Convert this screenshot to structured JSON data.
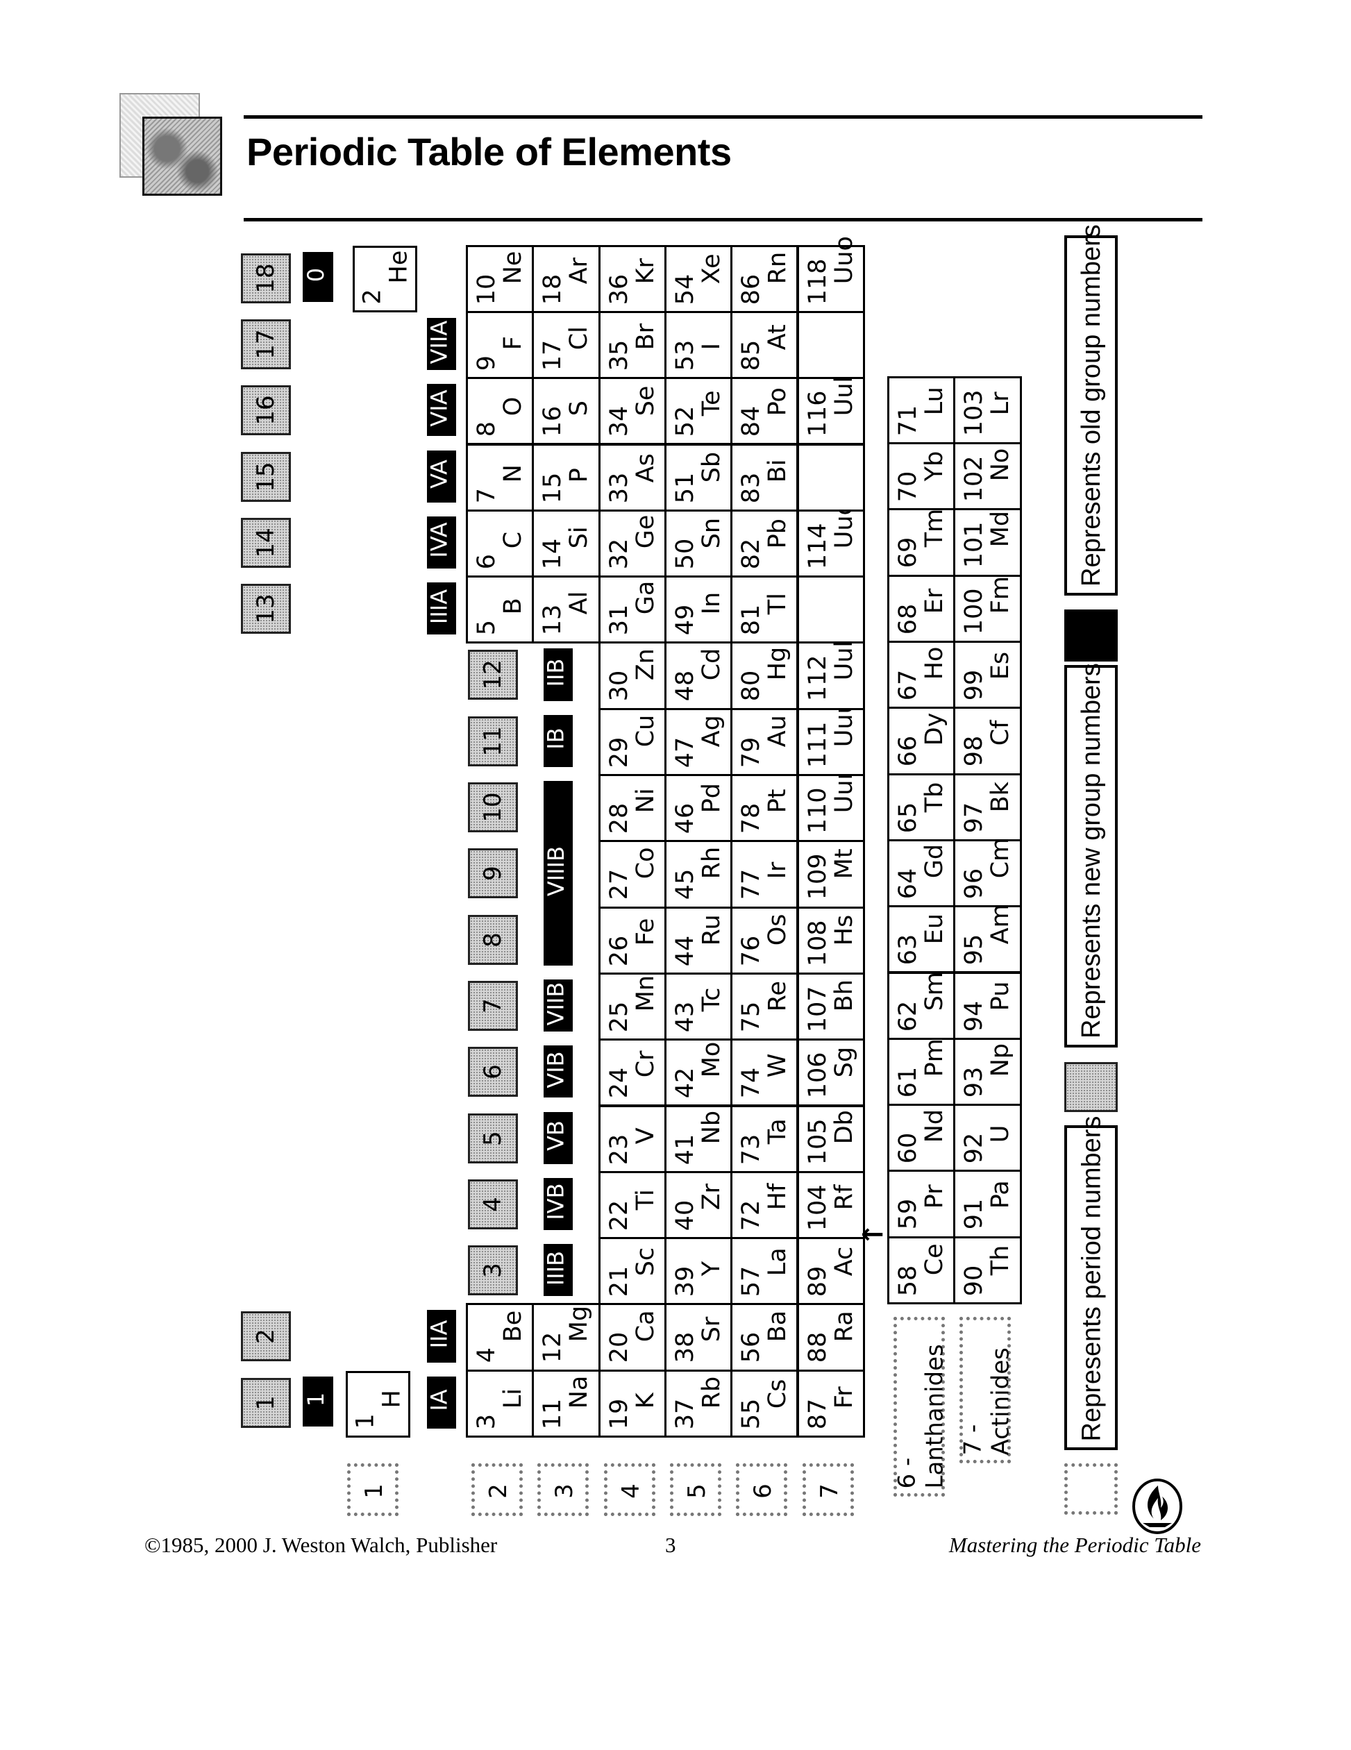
{
  "header": {
    "title": "Periodic Table of Elements"
  },
  "footer": {
    "copyright": "©1985, 2000 J. Weston Walch, Publisher",
    "page": "3",
    "book": "Mastering the Periodic Table"
  },
  "period_labels": [
    "1",
    "2",
    "3",
    "4",
    "5",
    "6",
    "7"
  ],
  "new_groups": [
    "1",
    "2",
    "3",
    "4",
    "5",
    "6",
    "7",
    "8",
    "9",
    "10",
    "11",
    "12",
    "13",
    "14",
    "15",
    "16",
    "17",
    "18"
  ],
  "old_groups": [
    {
      "label": "IA",
      "groups": [
        1
      ]
    },
    {
      "label": "IIA",
      "groups": [
        2
      ]
    },
    {
      "label": "IIIB",
      "groups": [
        3
      ]
    },
    {
      "label": "IVB",
      "groups": [
        4
      ]
    },
    {
      "label": "VB",
      "groups": [
        5
      ]
    },
    {
      "label": "VIB",
      "groups": [
        6
      ]
    },
    {
      "label": "VIIB",
      "groups": [
        7
      ]
    },
    {
      "label": "VIIIB",
      "groups": [
        8,
        9,
        10
      ]
    },
    {
      "label": "IB",
      "groups": [
        11
      ]
    },
    {
      "label": "IIB",
      "groups": [
        12
      ]
    },
    {
      "label": "IIIA",
      "groups": [
        13
      ]
    },
    {
      "label": "IVA",
      "groups": [
        14
      ]
    },
    {
      "label": "VA",
      "groups": [
        15
      ]
    },
    {
      "label": "VIA",
      "groups": [
        16
      ]
    },
    {
      "label": "VIIA",
      "groups": [
        17
      ]
    }
  ],
  "period1_old_labels": {
    "group1": "1",
    "group18": "0"
  },
  "elements": [
    [
      "1",
      "H",
      1,
      1
    ],
    [
      "2",
      "He",
      1,
      18
    ],
    [
      "3",
      "Li",
      2,
      1
    ],
    [
      "4",
      "Be",
      2,
      2
    ],
    [
      "5",
      "B",
      2,
      13
    ],
    [
      "6",
      "C",
      2,
      14
    ],
    [
      "7",
      "N",
      2,
      15
    ],
    [
      "8",
      "O",
      2,
      16
    ],
    [
      "9",
      "F",
      2,
      17
    ],
    [
      "10",
      "Ne",
      2,
      18
    ],
    [
      "11",
      "Na",
      3,
      1
    ],
    [
      "12",
      "Mg",
      3,
      2
    ],
    [
      "13",
      "Al",
      3,
      13
    ],
    [
      "14",
      "Si",
      3,
      14
    ],
    [
      "15",
      "P",
      3,
      15
    ],
    [
      "16",
      "S",
      3,
      16
    ],
    [
      "17",
      "Cl",
      3,
      17
    ],
    [
      "18",
      "Ar",
      3,
      18
    ],
    [
      "19",
      "K",
      4,
      1
    ],
    [
      "20",
      "Ca",
      4,
      2
    ],
    [
      "21",
      "Sc",
      4,
      3
    ],
    [
      "22",
      "Ti",
      4,
      4
    ],
    [
      "23",
      "V",
      4,
      5
    ],
    [
      "24",
      "Cr",
      4,
      6
    ],
    [
      "25",
      "Mn",
      4,
      7
    ],
    [
      "26",
      "Fe",
      4,
      8
    ],
    [
      "27",
      "Co",
      4,
      9
    ],
    [
      "28",
      "Ni",
      4,
      10
    ],
    [
      "29",
      "Cu",
      4,
      11
    ],
    [
      "30",
      "Zn",
      4,
      12
    ],
    [
      "31",
      "Ga",
      4,
      13
    ],
    [
      "32",
      "Ge",
      4,
      14
    ],
    [
      "33",
      "As",
      4,
      15
    ],
    [
      "34",
      "Se",
      4,
      16
    ],
    [
      "35",
      "Br",
      4,
      17
    ],
    [
      "36",
      "Kr",
      4,
      18
    ],
    [
      "37",
      "Rb",
      5,
      1
    ],
    [
      "38",
      "Sr",
      5,
      2
    ],
    [
      "39",
      "Y",
      5,
      3
    ],
    [
      "40",
      "Zr",
      5,
      4
    ],
    [
      "41",
      "Nb",
      5,
      5
    ],
    [
      "42",
      "Mo",
      5,
      6
    ],
    [
      "43",
      "Tc",
      5,
      7
    ],
    [
      "44",
      "Ru",
      5,
      8
    ],
    [
      "45",
      "Rh",
      5,
      9
    ],
    [
      "46",
      "Pd",
      5,
      10
    ],
    [
      "47",
      "Ag",
      5,
      11
    ],
    [
      "48",
      "Cd",
      5,
      12
    ],
    [
      "49",
      "In",
      5,
      13
    ],
    [
      "50",
      "Sn",
      5,
      14
    ],
    [
      "51",
      "Sb",
      5,
      15
    ],
    [
      "52",
      "Te",
      5,
      16
    ],
    [
      "53",
      "I",
      5,
      17
    ],
    [
      "54",
      "Xe",
      5,
      18
    ],
    [
      "55",
      "Cs",
      6,
      1
    ],
    [
      "56",
      "Ba",
      6,
      2
    ],
    [
      "57",
      "La",
      6,
      3
    ],
    [
      "72",
      "Hf",
      6,
      4
    ],
    [
      "73",
      "Ta",
      6,
      5
    ],
    [
      "74",
      "W",
      6,
      6
    ],
    [
      "75",
      "Re",
      6,
      7
    ],
    [
      "76",
      "Os",
      6,
      8
    ],
    [
      "77",
      "Ir",
      6,
      9
    ],
    [
      "78",
      "Pt",
      6,
      10
    ],
    [
      "79",
      "Au",
      6,
      11
    ],
    [
      "80",
      "Hg",
      6,
      12
    ],
    [
      "81",
      "Tl",
      6,
      13
    ],
    [
      "82",
      "Pb",
      6,
      14
    ],
    [
      "83",
      "Bi",
      6,
      15
    ],
    [
      "84",
      "Po",
      6,
      16
    ],
    [
      "85",
      "At",
      6,
      17
    ],
    [
      "86",
      "Rn",
      6,
      18
    ],
    [
      "87",
      "Fr",
      7,
      1
    ],
    [
      "88",
      "Ra",
      7,
      2
    ],
    [
      "89",
      "Ac",
      7,
      3
    ],
    [
      "104",
      "Rf",
      7,
      4
    ],
    [
      "105",
      "Db",
      7,
      5
    ],
    [
      "106",
      "Sg",
      7,
      6
    ],
    [
      "107",
      "Bh",
      7,
      7
    ],
    [
      "108",
      "Hs",
      7,
      8
    ],
    [
      "109",
      "Mt",
      7,
      9
    ],
    [
      "110",
      "Uun",
      7,
      10
    ],
    [
      "111",
      "Uuu",
      7,
      11
    ],
    [
      "112",
      "Uub",
      7,
      12
    ],
    [
      "114",
      "Uuq",
      7,
      14
    ],
    [
      "116",
      "Uuh",
      7,
      16
    ],
    [
      "118",
      "Uuo",
      7,
      18
    ]
  ],
  "f_block": {
    "lanthanides": {
      "label": "6 - Lanthanides",
      "elements": [
        [
          "58",
          "Ce"
        ],
        [
          "59",
          "Pr"
        ],
        [
          "60",
          "Nd"
        ],
        [
          "61",
          "Pm"
        ],
        [
          "62",
          "Sm"
        ],
        [
          "63",
          "Eu"
        ],
        [
          "64",
          "Gd"
        ],
        [
          "65",
          "Tb"
        ],
        [
          "66",
          "Dy"
        ],
        [
          "67",
          "Ho"
        ],
        [
          "68",
          "Er"
        ],
        [
          "69",
          "Tm"
        ],
        [
          "70",
          "Yb"
        ],
        [
          "71",
          "Lu"
        ]
      ]
    },
    "actinides": {
      "label": "7 - Actinides",
      "elements": [
        [
          "90",
          "Th"
        ],
        [
          "91",
          "Pa"
        ],
        [
          "92",
          "U"
        ],
        [
          "93",
          "Np"
        ],
        [
          "94",
          "Pu"
        ],
        [
          "95",
          "Am"
        ],
        [
          "96",
          "Cm"
        ],
        [
          "97",
          "Bk"
        ],
        [
          "98",
          "Cf"
        ],
        [
          "99",
          "Es"
        ],
        [
          "100",
          "Fm"
        ],
        [
          "101",
          "Md"
        ],
        [
          "102",
          "No"
        ],
        [
          "103",
          "Lr"
        ]
      ]
    }
  },
  "legend": {
    "period": "Represents period numbers",
    "new_group": "Represents new group numbers",
    "old_group": "Represents old group numbers"
  },
  "icons": {
    "arrow": "←"
  }
}
